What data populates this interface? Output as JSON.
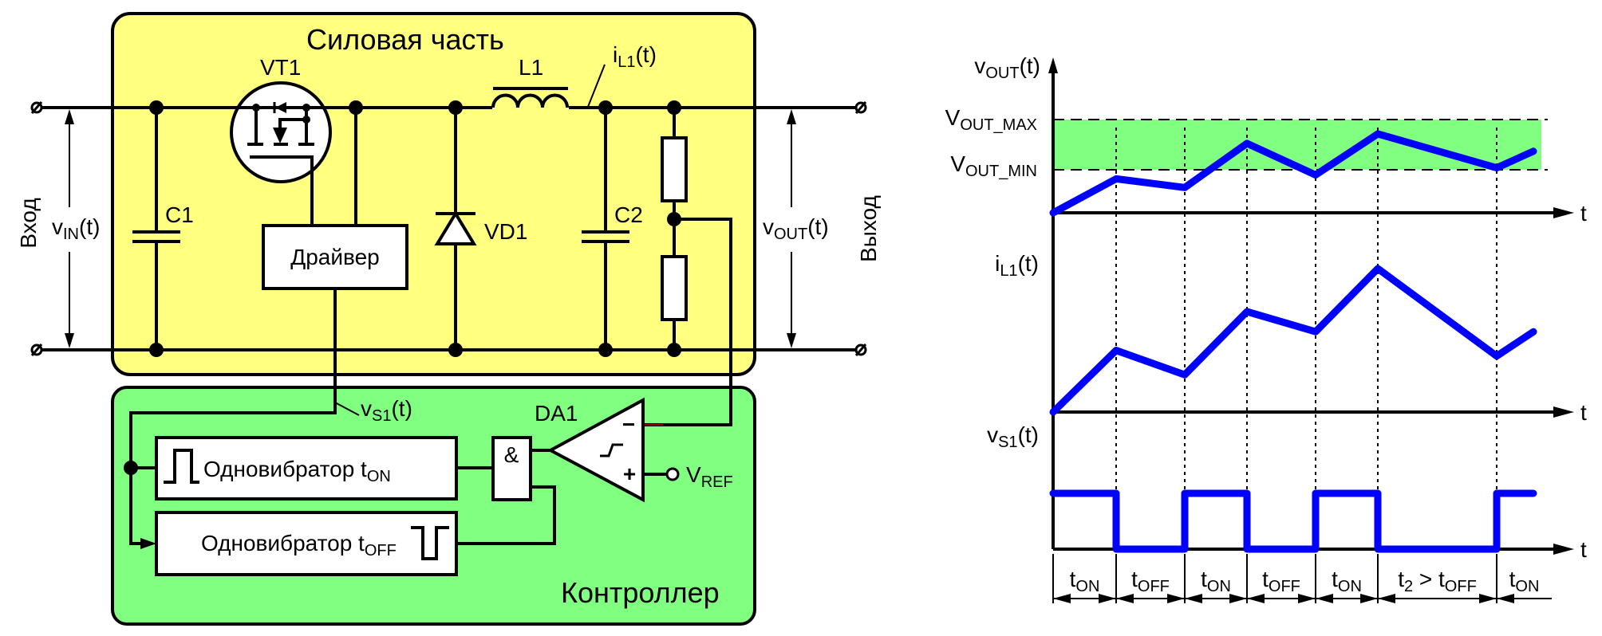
{
  "schematic": {
    "power_section": {
      "title": "Силовая часть",
      "fill": "#FFFF80",
      "transistor": "VT1",
      "inductor": "L1",
      "inductor_current": {
        "main": "i",
        "sub": "L1",
        "tail": "(t)"
      },
      "capacitor_in": "C1",
      "capacitor_out": "C2",
      "diode": "VD1",
      "driver": "Драйвер"
    },
    "input": {
      "label": "Вход",
      "voltage": {
        "main": "v",
        "sub": "IN",
        "tail": "(t)"
      }
    },
    "output": {
      "label": "Выход",
      "voltage": {
        "main": "v",
        "sub": "OUT",
        "tail": "(t)"
      }
    },
    "controller": {
      "title": "Контроллер",
      "fill": "#80FF80",
      "switch_signal": {
        "main": "v",
        "sub": "S1",
        "tail": "(t)"
      },
      "oneshot_on": {
        "main": "Одновибратор t",
        "sub": "ON"
      },
      "oneshot_off": {
        "main": "Одновибратор t",
        "sub": "OFF"
      },
      "and_gate": "&",
      "comparator": "DA1",
      "comparator_minus": "−",
      "comparator_plus": "+",
      "reference": {
        "main": "V",
        "sub": "REF"
      }
    }
  },
  "chart_data": {
    "type": "line",
    "title": "",
    "wave_color": "#0000FF",
    "band_color": "#80FF80",
    "x_label": "t",
    "time_marks": [
      0,
      1,
      2,
      3,
      4,
      5,
      6.9,
      7.5
    ],
    "plots": [
      {
        "name": "vout",
        "ylabel": {
          "main": "v",
          "sub": "OUT",
          "tail": "(t)"
        },
        "band": {
          "max_label": {
            "main": "V",
            "sub": "OUT_MAX"
          },
          "min_label": {
            "main": "V",
            "sub": "OUT_MIN"
          },
          "max": 1.0,
          "min": 0.57
        },
        "x": [
          0,
          1,
          2,
          3,
          4,
          5,
          6.9,
          7.5
        ],
        "y": [
          0,
          0.43,
          0.32,
          0.88,
          0.48,
          1.0,
          0.57,
          0.78
        ]
      },
      {
        "name": "iL1",
        "ylabel": {
          "main": "i",
          "sub": "L1",
          "tail": "(t)"
        },
        "x": [
          0,
          1,
          2,
          3,
          4,
          5,
          6.9,
          7.5
        ],
        "y": [
          0,
          0.43,
          0.26,
          0.7,
          0.56,
          1.0,
          0.39,
          0.56
        ]
      },
      {
        "name": "vS1",
        "ylabel": {
          "main": "v",
          "sub": "S1",
          "tail": "(t)"
        },
        "x": [
          0,
          1,
          1,
          2,
          2,
          3,
          3,
          4,
          4,
          5,
          5,
          6.9,
          6.9,
          7.5
        ],
        "y": [
          1,
          1,
          0,
          0,
          1,
          1,
          0,
          0,
          1,
          1,
          0,
          0,
          1,
          1
        ]
      }
    ],
    "intervals": [
      {
        "main": "t",
        "sub": "ON"
      },
      {
        "main": "t",
        "sub": "OFF"
      },
      {
        "main": "t",
        "sub": "ON"
      },
      {
        "main": "t",
        "sub": "OFF"
      },
      {
        "main": "t",
        "sub": "ON"
      },
      {
        "main": "t",
        "pre_sub": "2",
        "mid": " > t",
        "sub": "OFF"
      },
      {
        "main": "t",
        "sub": "ON"
      }
    ]
  }
}
